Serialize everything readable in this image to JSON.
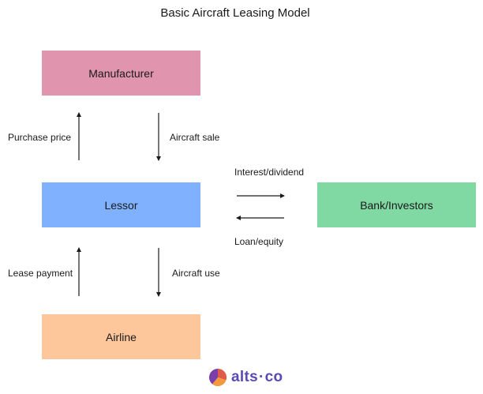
{
  "title": "Basic Aircraft Leasing Model",
  "colors": {
    "manufacturer": "#e094ae",
    "lessor": "#80b1ff",
    "airline": "#fec79b",
    "bank": "#80d8a3",
    "logo_text": "#5a4ab5",
    "logo_icon": [
      "#e05a4a",
      "#f29a3d",
      "#7a3fa8"
    ]
  },
  "nodes": {
    "manufacturer": "Manufacturer",
    "lessor": "Lessor",
    "airline": "Airline",
    "bank": "Bank/Investors"
  },
  "edges": {
    "purchase_price": "Purchase price",
    "aircraft_sale": "Aircraft sale",
    "lease_payment": "Lease payment",
    "aircraft_use": "Aircraft use",
    "interest_dividend": "Interest/dividend",
    "loan_equity": "Loan/equity"
  },
  "logo": {
    "name_left": "alts",
    "separator": "·",
    "name_right": "co",
    "icon": "pie-logo-icon"
  }
}
